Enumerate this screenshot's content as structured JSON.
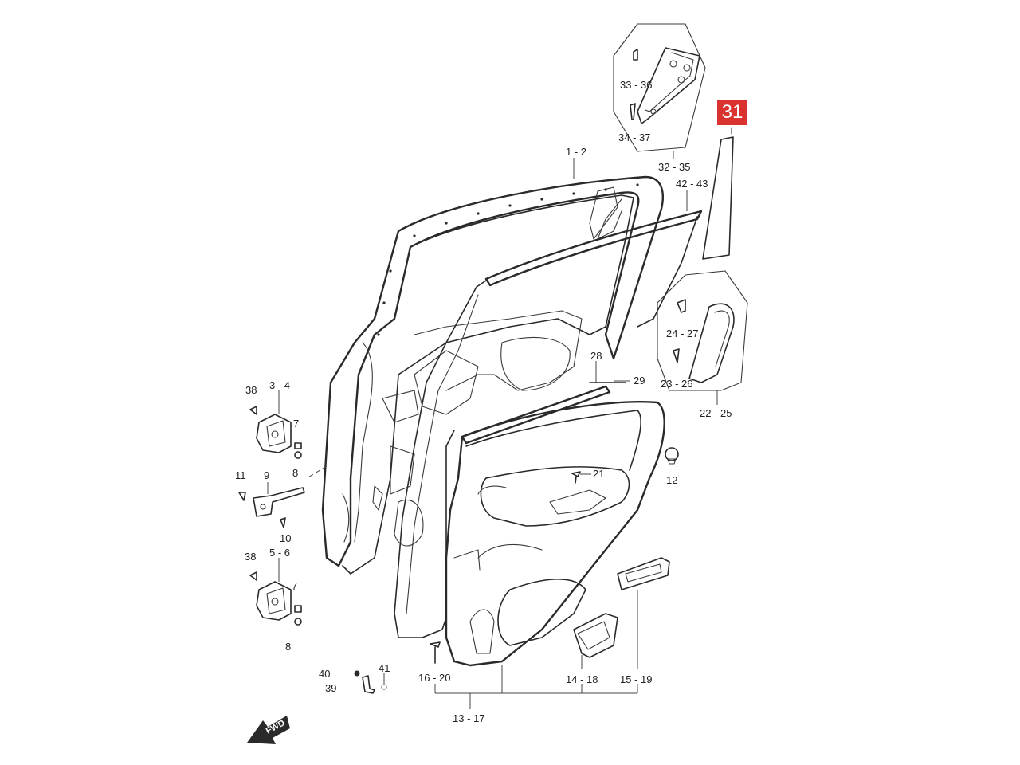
{
  "highlight": {
    "label": "31",
    "color": "#d9322f"
  },
  "fwd_label": "FWD",
  "callouts": {
    "c1_2": "1 - 2",
    "c32_35": "32 - 35",
    "c33_36": "33 - 36",
    "c34_37": "34 - 37",
    "c42_43": "42 - 43",
    "c24_27": "24 - 27",
    "c23_26": "23 - 26",
    "c22_25": "22 - 25",
    "c28": "28",
    "c29": "29",
    "c12": "12",
    "c21": "21",
    "c38a": "38",
    "c3_4": "3 - 4",
    "c7a": "7",
    "c8a": "8",
    "c11": "11",
    "c9": "9",
    "c10": "10",
    "c38b": "38",
    "c5_6": "5 - 6",
    "c7b": "7",
    "c8b": "8",
    "c40": "40",
    "c41": "41",
    "c39": "39",
    "c16_20": "16 - 20",
    "c14_18": "14 - 18",
    "c15_19": "15 - 19",
    "c13_17": "13 - 17"
  }
}
